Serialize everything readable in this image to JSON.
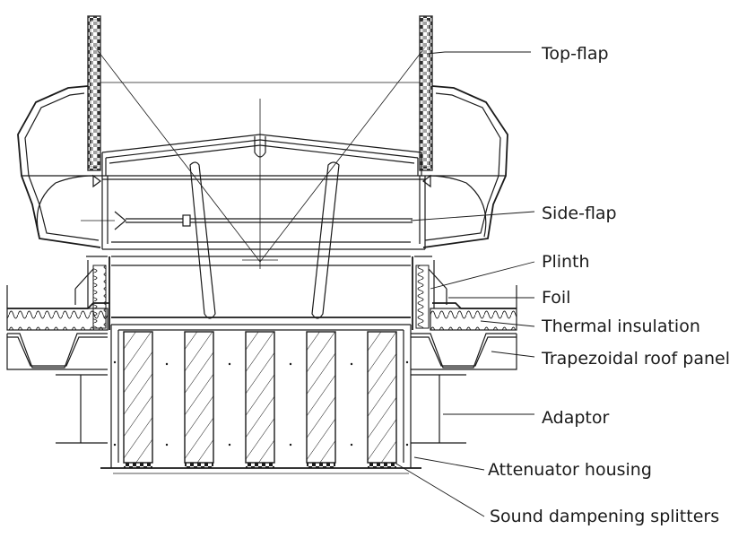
{
  "labels": {
    "top_flap": "Top-flap",
    "side_flap": "Side-flap",
    "plinth": "Plinth",
    "foil": "Foil",
    "thermal_insulation": "Thermal insulation",
    "trapezoidal_roof_panel": "Trapezoidal roof panel",
    "adaptor": "Adaptor",
    "attenuator_housing": "Attenuator housing",
    "sound_dampening_splitters": "Sound dampening splitters"
  },
  "colors": {
    "line": "#1a1a1a",
    "background": "#ffffff"
  }
}
